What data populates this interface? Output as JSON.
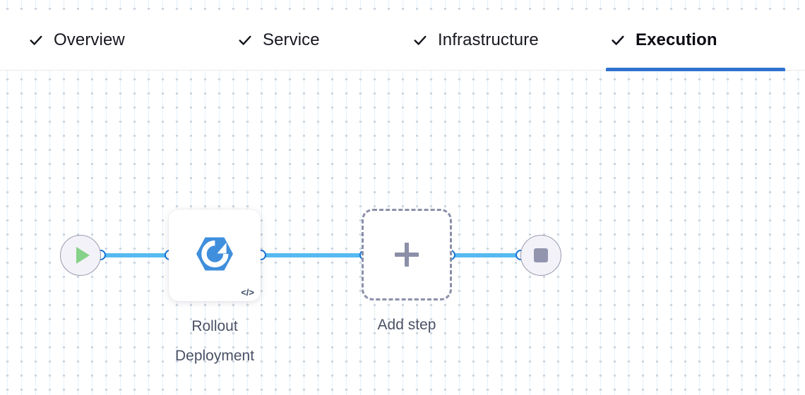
{
  "tabs": [
    {
      "label": "Overview",
      "icon": "check-icon",
      "active": false,
      "complete": true
    },
    {
      "label": "Service",
      "icon": "check-icon",
      "active": false,
      "complete": true
    },
    {
      "label": "Infrastructure",
      "icon": "check-icon",
      "active": false,
      "complete": true
    },
    {
      "label": "Execution",
      "icon": "check-icon",
      "active": true,
      "complete": true
    }
  ],
  "pipeline": {
    "start_node": {
      "icon": "play-icon",
      "title": "Start"
    },
    "end_node": {
      "icon": "stop-icon",
      "title": "End"
    },
    "steps": [
      {
        "label": "Rollout\nDeployment",
        "icon": "rollout-deployment-icon",
        "badge": "</>",
        "badge_icon": "code-icon"
      }
    ],
    "add_step": {
      "label": "Add step",
      "icon": "plus-icon"
    }
  },
  "colors": {
    "accent": "#2f72cf",
    "edge": "#56b9f0",
    "port_border": "#1573d4",
    "node_icon_blue": "#3f8fdd",
    "play_green": "#86d28a",
    "stop_gray": "#9295ad",
    "dashed_border": "#8b8fa8",
    "label_text": "#4a5065",
    "grid_dot": "#b7bfcb",
    "grid_line": "#deeefa"
  }
}
